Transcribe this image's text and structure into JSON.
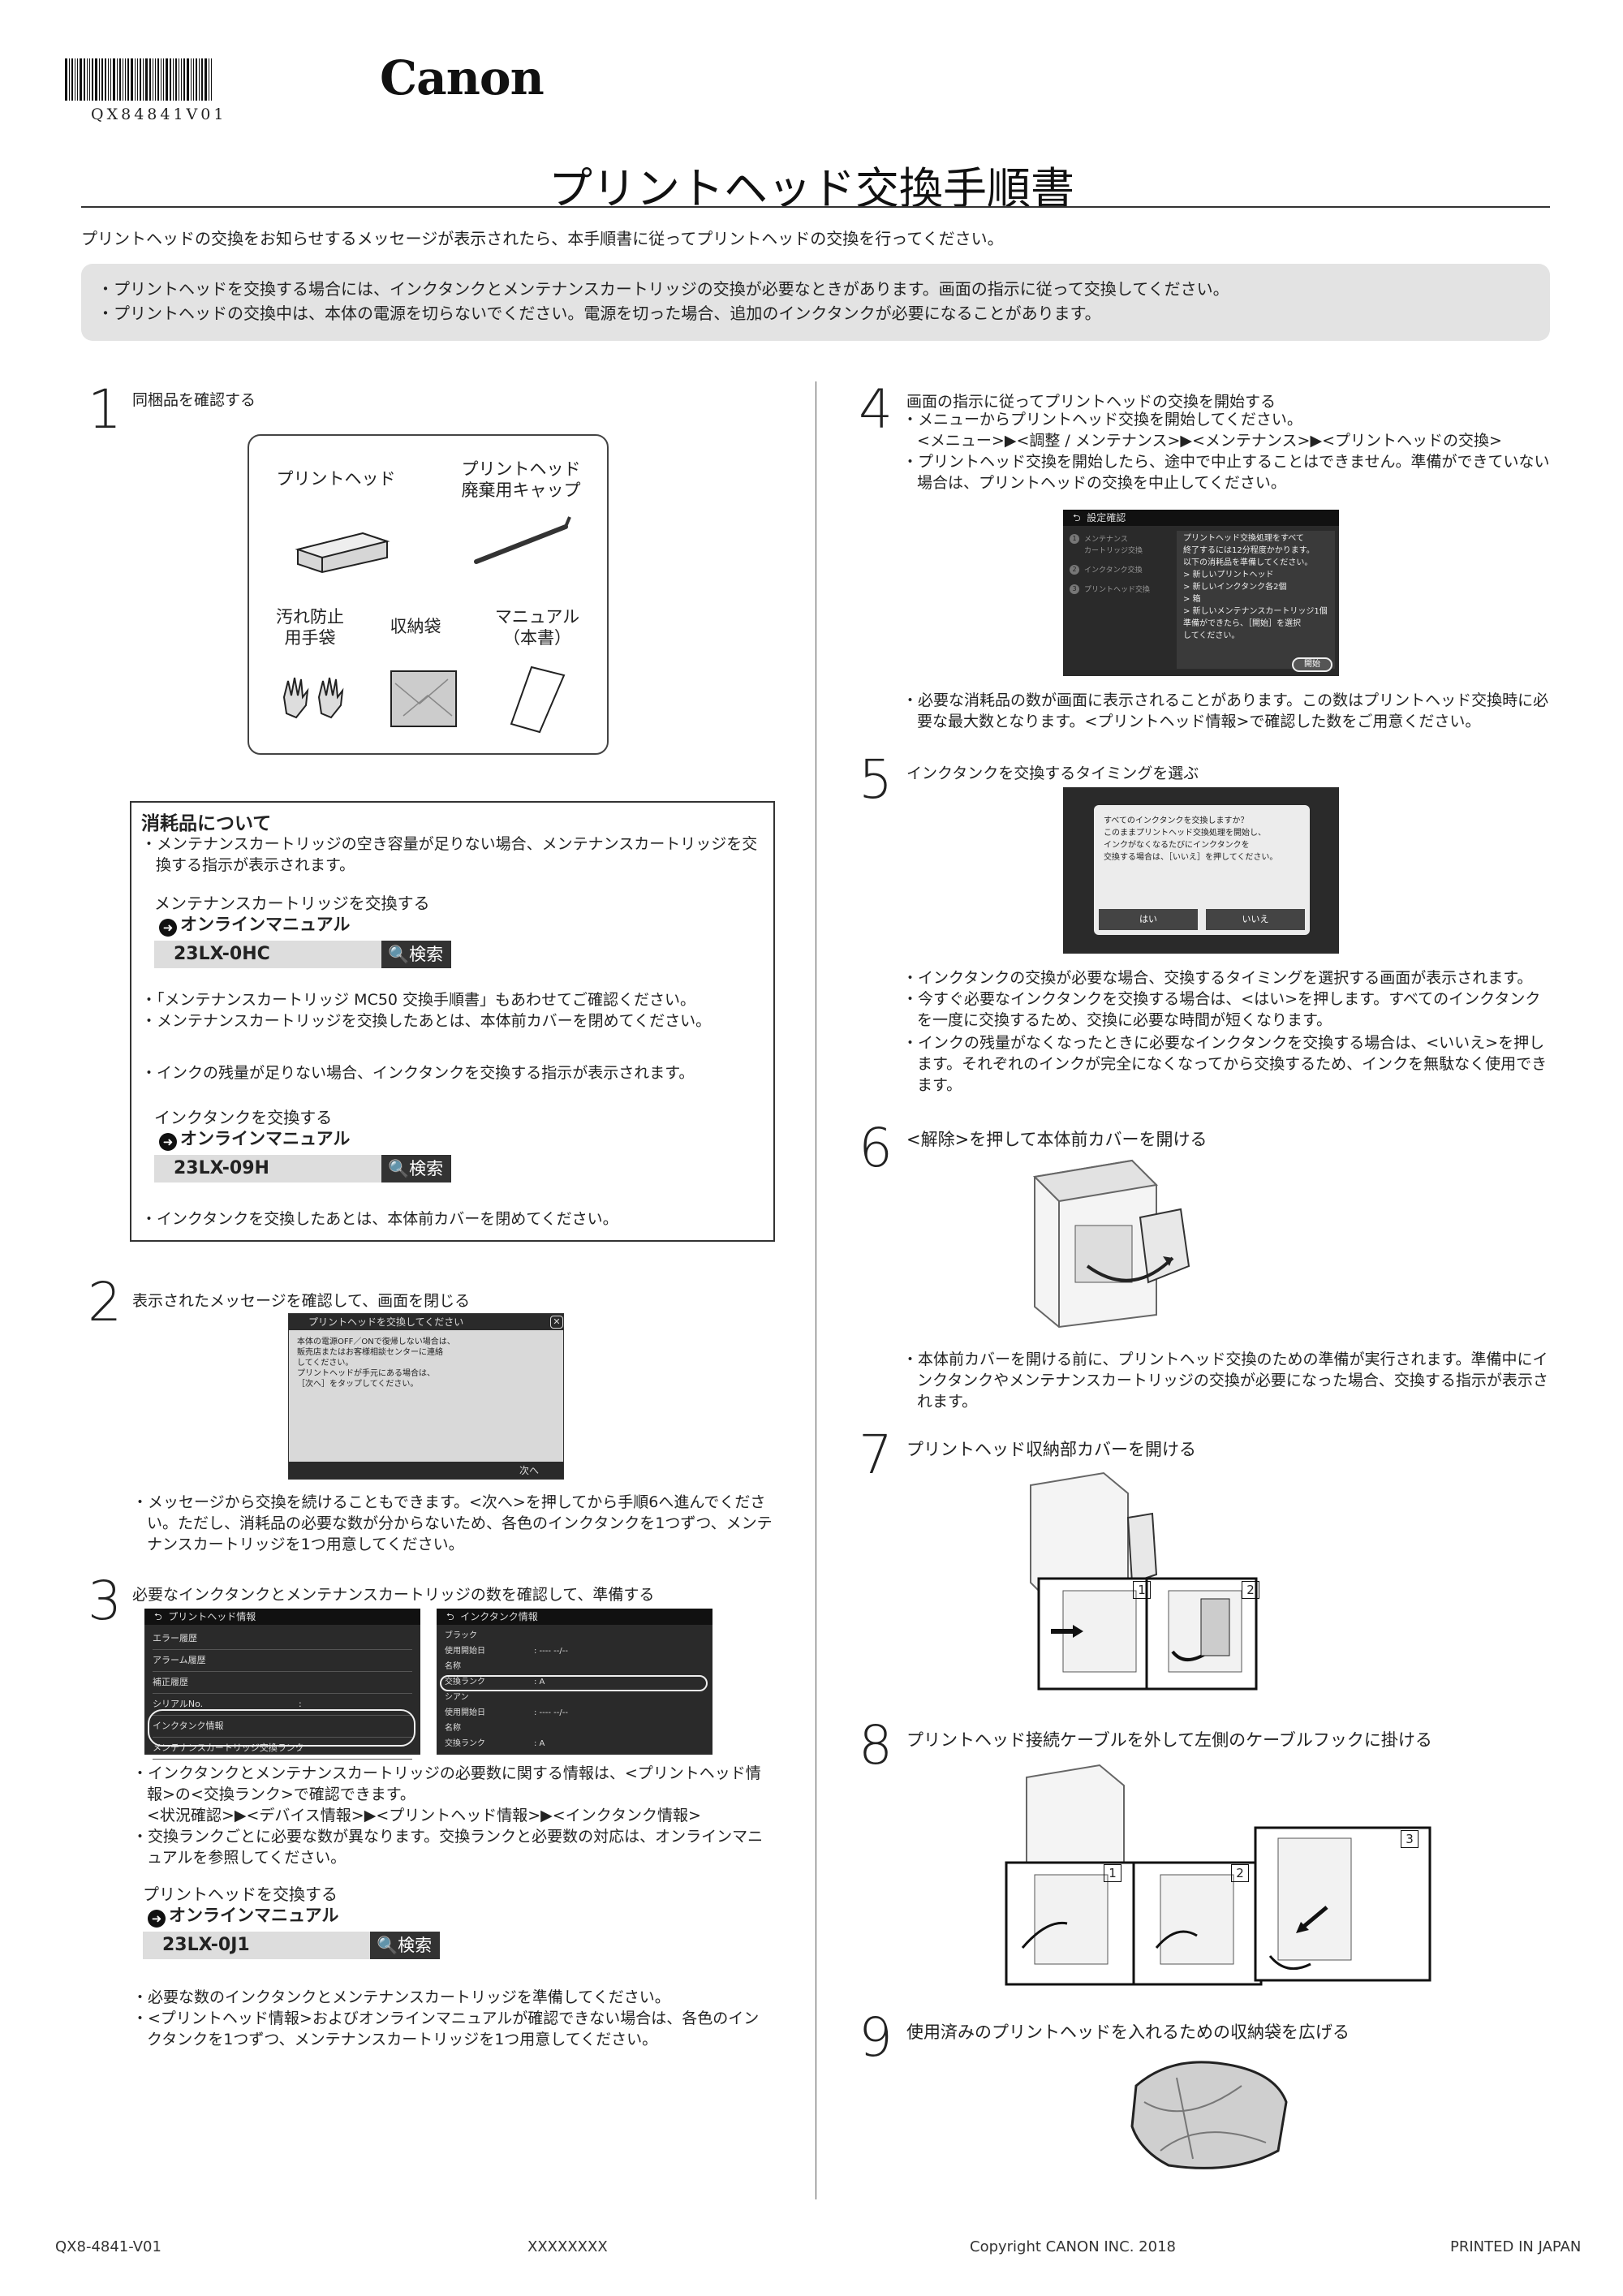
{
  "header": {
    "barcode_code": "QX84841V01",
    "logo": "Canon",
    "title": "プリントヘッド交換手順書",
    "intro": "プリントヘッドの交換をお知らせするメッセージが表示されたら、本手順書に従ってプリントヘッドの交換を行ってください。",
    "notices": [
      "プリントヘッドを交換する場合には、インクタンクとメンテナンスカートリッジの交換が必要なときがあります。画面の指示に従って交換してください。",
      "プリントヘッドの交換中は、本体の電源を切らないでください。電源を切った場合、追加のインクタンクが必要になることがあります。"
    ]
  },
  "step1": {
    "num": "1",
    "title": "同梱品を確認する",
    "items": {
      "printhead": "プリントヘッド",
      "cap": "プリントヘッド\n廃棄用キャップ",
      "gloves": "汚れ防止\n用手袋",
      "bag": "収納袋",
      "manual": "マニュアル\n（本書）"
    }
  },
  "consumables": {
    "heading": "消耗品について",
    "maint_note": "メンテナンスカートリッジの空き容量が足りない場合、メンテナンスカートリッジを交換する指示が表示されます。",
    "maint_om_title": "メンテナンスカートリッジを交換する",
    "online_manual": "オンラインマニュアル",
    "maint_code": "23LX-0HC",
    "search_label": "検索",
    "maint_bullets": [
      "「メンテナンスカートリッジ MC50 交換手順書」もあわせてご確認ください。",
      "メンテナンスカートリッジを交換したあとは、本体前カバーを閉めてください。"
    ],
    "ink_note": "インクの残量が足りない場合、インクタンクを交換する指示が表示されます。",
    "ink_om_title": "インクタンクを交換する",
    "ink_code": "23LX-09H",
    "ink_bullet": "インクタンクを交換したあとは、本体前カバーを閉めてください。"
  },
  "step2": {
    "num": "2",
    "title": "表示されたメッセージを確認して、画面を閉じる",
    "screen_title": "プリントヘッドを交換してください",
    "screen_body": "本体の電源OFF／ONで復帰しない場合は、\n販売店またはお客様相談センターに連絡\nしてください。\nプリントヘッドが手元にある場合は、\n［次へ］をタップしてください。",
    "screen_next": "次へ",
    "bullet": "メッセージから交換を続けることもできます。<次へ>を押してから手順6へ進んでください。ただし、消耗品の必要な数が分からないため、各色のインクタンクを1つずつ、メンテナンスカートリッジを1つ用意してください。"
  },
  "step3": {
    "num": "3",
    "title": "必要なインクタンクとメンテナンスカートリッジの数を確認して、準備する",
    "screen_a": {
      "title": "プリントヘッド情報",
      "rows": [
        "エラー履歴",
        "アラーム履歴",
        "補正履歴",
        "シリアルNo.",
        "インクタンク情報",
        "メンテナンスカートリッジ交換ランク"
      ],
      "colons": [
        ":",
        ":"
      ]
    },
    "screen_b": {
      "title": "インクタンク情報",
      "rows": [
        "ブラック",
        "使用開始日",
        "名称",
        "交換ランク",
        "シアン",
        "使用開始日",
        "名称",
        "交換ランク"
      ],
      "values": [
        ": ---- --/--",
        ": A",
        ": ---- --/--",
        ": A"
      ]
    },
    "bullet1": "インクタンクとメンテナンスカートリッジの必要数に関する情報は、<プリントヘッド情報>の<交換ランク>で確認できます。",
    "path1": "<状況確認>▶<デバイス情報>▶<プリントヘッド情報>▶<インクタンク情報>",
    "bullet2": "交換ランクごとに必要な数が異なります。交換ランクと必要数の対応は、オンラインマニュアルを参照してください。",
    "om_title": "プリントヘッドを交換する",
    "code": "23LX-0J1",
    "bullet3": "必要な数のインクタンクとメンテナンスカートリッジを準備してください。",
    "bullet4": "<プリントヘッド情報>およびオンラインマニュアルが確認できない場合は、各色のインクタンクを1つずつ、メンテナンスカートリッジを1つ用意してください。"
  },
  "step4": {
    "num": "4",
    "title": "画面の指示に従ってプリントヘッドの交換を開始する",
    "bullet1": "メニューからプリントヘッド交換を開始してください。",
    "path1": "<メニュー>▶<調整 / メンテナンス>▶<メンテナンス>▶<プリントヘッドの交換>",
    "bullet2": "プリントヘッド交換を開始したら、途中で中止することはできません。準備ができていない場合は、プリントヘッドの交換を中止してください。",
    "screen_title": "設定確認",
    "screen_steps": [
      "メンテナンス\nカートリッジ交換",
      "インクタンク交換",
      "プリントヘッド交換"
    ],
    "screen_body": "プリントヘッド交換処理をすべて\n終了するには12分程度かかります。\n以下の消耗品を準備してください。\n> 新しいプリントヘッド\n> 新しいインクタンク各2個\n> 箱\n> 新しいメンテナンスカートリッジ1個\n準備ができたら、［開始］を選択\nしてください。",
    "screen_start": "開始",
    "bullet3": "必要な消耗品の数が画面に表示されることがあります。この数はプリントヘッド交換時に必要な最大数となります。<プリントヘッド情報>で確認した数をご用意ください。"
  },
  "step5": {
    "num": "5",
    "title": "インクタンクを交換するタイミングを選ぶ",
    "dialog_body": "すべてのインクタンクを交換しますか？\nこのままプリントヘッド交換処理を開始し、\nインクがなくなるたびにインクタンクを\n交換する場合は、［いいえ］を押してください。",
    "yes": "はい",
    "no": "いいえ",
    "bullets": [
      "インクタンクの交換が必要な場合、交換するタイミングを選択する画面が表示されます。",
      "今すぐ必要なインクタンクを交換する場合は、<はい>を押します。すべてのインクタンクを一度に交換するため、交換に必要な時間が短くなります。",
      "インクの残量がなくなったときに必要なインクタンクを交換する場合は、<いいえ>を押します。それぞれのインクが完全になくなってから交換するため、インクを無駄なく使用できます。"
    ]
  },
  "step6": {
    "num": "6",
    "title": "<解除>を押して本体前カバーを開ける",
    "bullet": "本体前カバーを開ける前に、プリントヘッド交換のための準備が実行されます。準備中にインクタンクやメンテナンスカートリッジの交換が必要になった場合、交換する指示が表示されます。"
  },
  "step7": {
    "num": "7",
    "title": "プリントヘッド収納部カバーを開ける",
    "labels": [
      "1",
      "2"
    ]
  },
  "step8": {
    "num": "8",
    "title": "プリントヘッド接続ケーブルを外して左側のケーブルフックに掛ける",
    "labels": [
      "1",
      "2",
      "3"
    ]
  },
  "step9": {
    "num": "9",
    "title": "使用済みのプリントヘッドを入れるための収納袋を広げる"
  },
  "footer": {
    "code": "QX8-4841-V01",
    "placeholder": "XXXXXXXX",
    "copyright": "Copyright CANON INC. 2018",
    "printed": "PRINTED IN JAPAN"
  }
}
